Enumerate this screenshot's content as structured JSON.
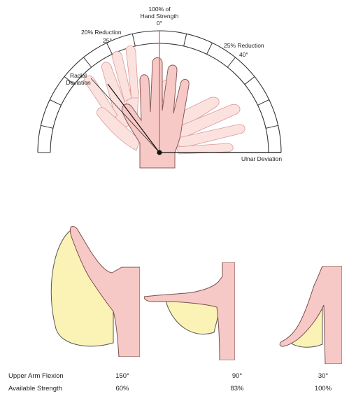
{
  "hand_diagram": {
    "top_label_line1": "100% of",
    "top_label_line2": "Hand Strength",
    "top_angle": "0°",
    "left_reduction_label": "20% Reduction",
    "left_angle": "25°",
    "right_reduction_label": "25% Reduction",
    "right_angle": "40°",
    "radial_line1": "Radial",
    "radial_line2": "Deviation",
    "ulnar_label": "Ulnar Deviation"
  },
  "arm_table": {
    "row1_label": "Upper Arm Flexion",
    "row2_label": "Available Strength",
    "columns": [
      {
        "flexion": "150°",
        "strength": "60%"
      },
      {
        "flexion": "90°",
        "strength": "83%"
      },
      {
        "flexion": "30°",
        "strength": "100%"
      }
    ]
  },
  "colors": {
    "skin_fill": "#f7c9c6",
    "skin_light": "#fbe2df",
    "strength_area": "#fbf3b5",
    "accent_line": "#e8575a"
  }
}
